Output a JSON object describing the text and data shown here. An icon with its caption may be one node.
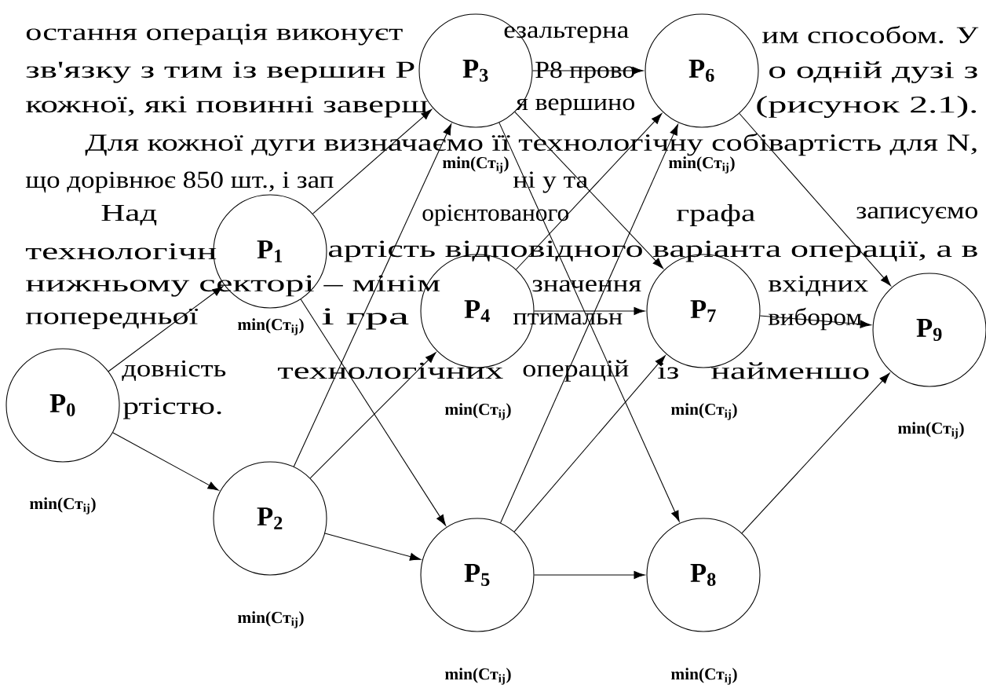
{
  "diagram": {
    "nodes": [
      {
        "text": [
          "P$_{0}$"
        ],
        "beside": [
          "min(Ст$_{ij}$)"
        ]
      },
      {
        "text": [
          "P$_{1}$"
        ],
        "beside": [
          "min(Ст$_{ij}$)"
        ]
      },
      {
        "text": [
          "P$_{2}$"
        ],
        "beside": [
          "min(Ст$_{ij}$)"
        ]
      },
      {
        "text": [
          "P$_{3}$"
        ],
        "beside": [
          "min(Ст$_{ij}$)"
        ]
      },
      {
        "text": [
          "P$_{4}$"
        ],
        "beside": [
          "min(Ст$_{ij}$)"
        ]
      },
      {
        "text": [
          "P$_{5}$"
        ],
        "beside": [
          "min(Ст$_{ij}$)"
        ]
      },
      {
        "text": [
          "P$_{6}$"
        ],
        "beside": [
          "min(Ст$_{ij}$)"
        ]
      },
      {
        "text": [
          "P$_{7}$"
        ],
        "beside": [
          "min(Ст$_{ij}$)"
        ]
      },
      {
        "text": [
          "P$_{8}$"
        ],
        "beside": [
          "min(Ст$_{ij}$)"
        ]
      },
      {
        "text": [
          "P$_{9}$"
        ],
        "beside": [
          "min(Ст$_{ij}$)"
        ]
      }
    ],
    "edges": [
      {
        "from": 0,
        "to": 1,
        "arrow": "to"
      },
      {
        "from": 0,
        "to": 2,
        "arrow": "to"
      },
      {
        "from": 1,
        "to": 3,
        "arrow": "to"
      },
      {
        "from": 1,
        "to": 5,
        "arrow": "to"
      },
      {
        "from": 2,
        "to": 3,
        "arrow": "to"
      },
      {
        "from": 2,
        "to": 4,
        "arrow": "to"
      },
      {
        "from": 2,
        "to": 5,
        "arrow": "to"
      },
      {
        "from": 3,
        "to": 6,
        "arrow": "to"
      },
      {
        "from": 3,
        "to": 7,
        "arrow": "to"
      },
      {
        "from": 3,
        "to": 8,
        "arrow": "to"
      },
      {
        "from": 4,
        "to": 6,
        "arrow": "to"
      },
      {
        "from": 4,
        "to": 7,
        "arrow": "to"
      },
      {
        "from": 5,
        "to": 6,
        "arrow": "to"
      },
      {
        "from": 5,
        "to": 7,
        "arrow": "to"
      },
      {
        "from": 5,
        "to": 8,
        "arrow": "to"
      },
      {
        "from": 6,
        "to": 9,
        "arrow": "to"
      },
      {
        "from": 7,
        "to": 9,
        "arrow": "to"
      },
      {
        "from": 8,
        "to": 9,
        "arrow": "to"
      }
    ],
    "labels": [
      "остання операція виконуєт",
      "езальтерна",
      "им способом. У",
      "зв'язку з тим із вершин Р",
      "Р8 прово",
      "о одній дузі з",
      "кожної, які повинні заверш",
      "я вершино",
      "(рисунок 2.1).",
      "Для кожної дуги визначаємо її технологічну собівартість для N,",
      "що дорівнює 850 шт., і зап",
      "ні у та",
      "Над",
      "орієнтованого",
      "графа",
      "записуємо",
      "технологічн",
      "артість відповідного варіанта операції, а в",
      "нижньому секторі – мінім",
      "значення",
      "вхідних",
      "попередньої",
      "і гра",
      "птимальн",
      "вибором",
      "довність",
      "технологічних",
      "операцій",
      "із",
      "найменшо",
      "ртістю."
    ]
  }
}
